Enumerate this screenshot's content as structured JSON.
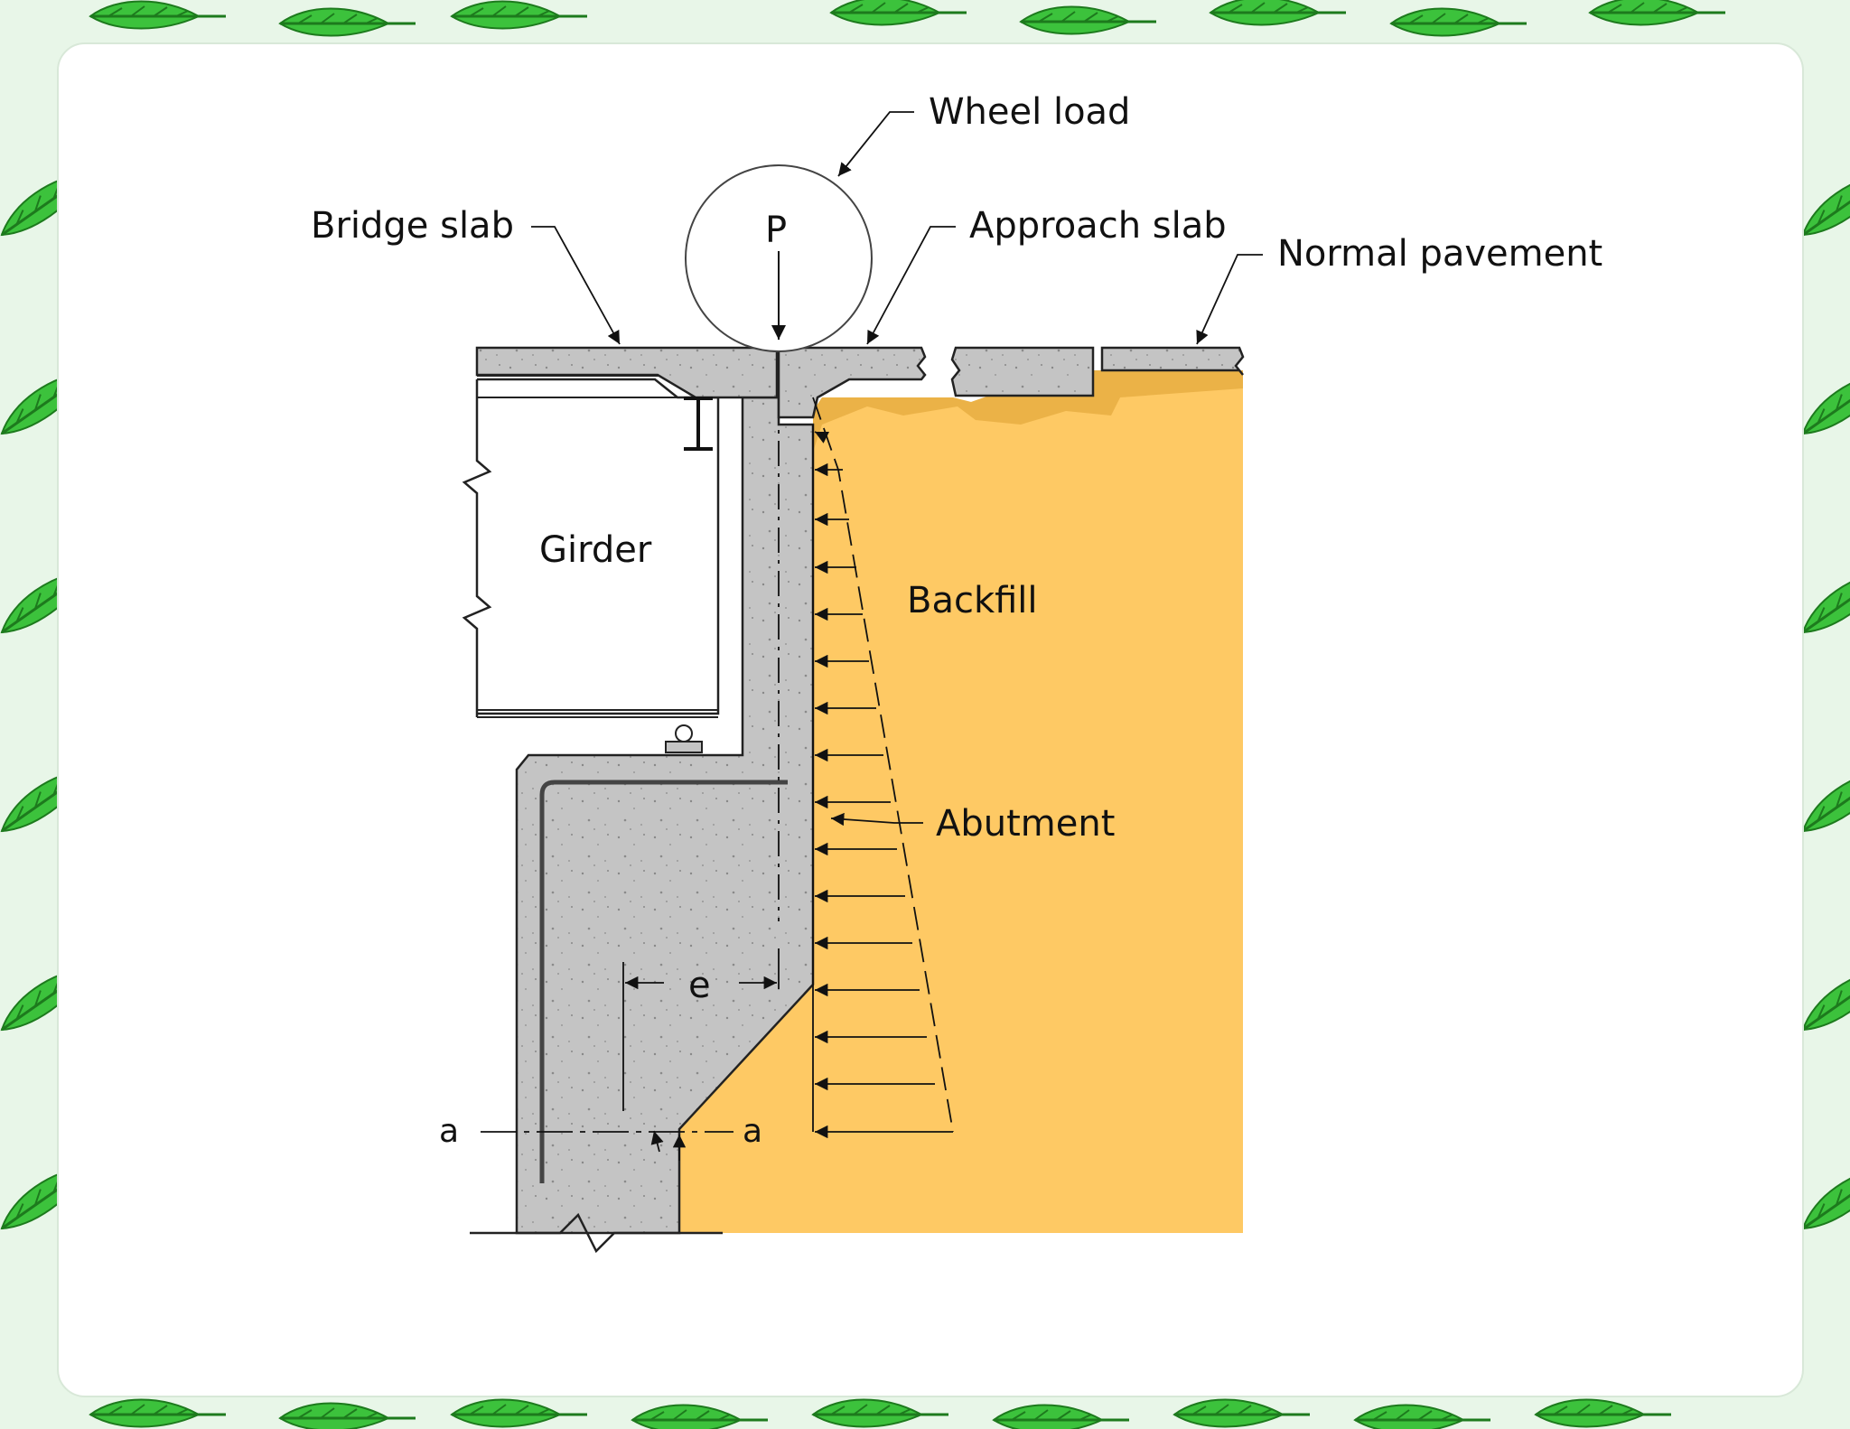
{
  "labels": {
    "wheel_load": "Wheel load",
    "load_symbol": "P",
    "bridge_slab": "Bridge slab",
    "approach_slab": "Approach slab",
    "normal_pavement": "Normal pavement",
    "girder": "Girder",
    "backfill": "Backfill",
    "abutment": "Abutment",
    "eccentricity": "e",
    "section_left": "a",
    "section_right": "a"
  },
  "colors": {
    "concrete": "#c4c4c4",
    "backfill": "#fec964",
    "outline": "#222222",
    "panel": "#ffffff",
    "border_bg": "#e8f6e8",
    "leaf": "#3cc23c"
  },
  "icons": [
    "leaf-icon"
  ]
}
